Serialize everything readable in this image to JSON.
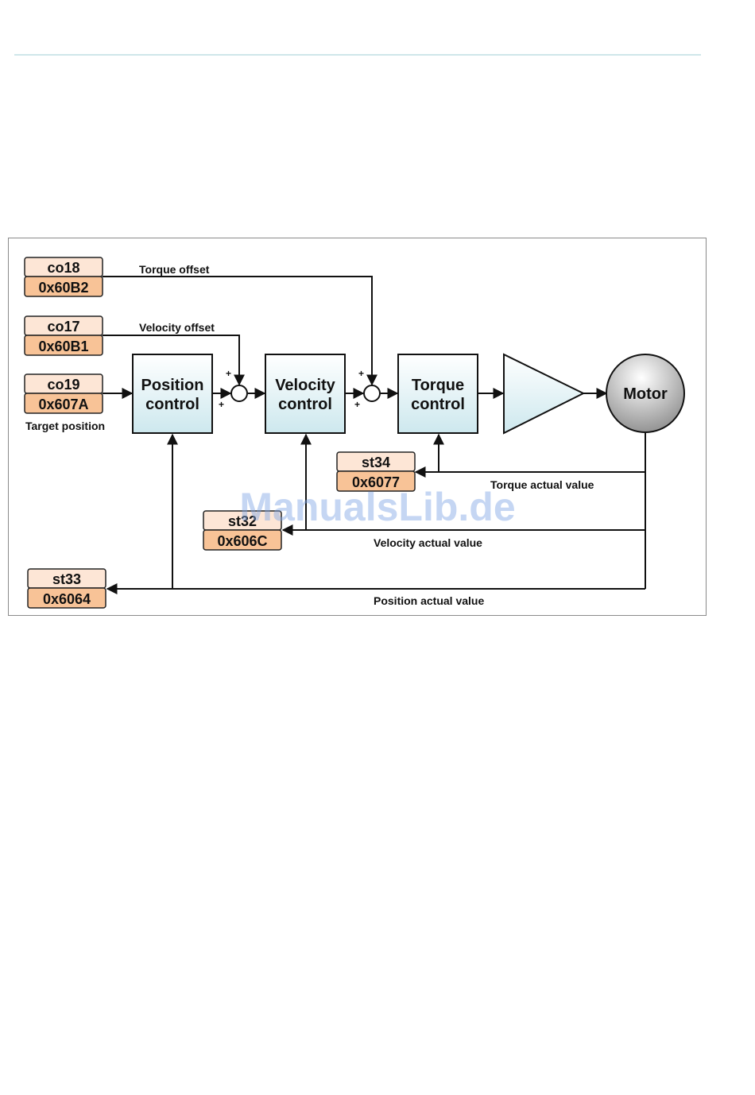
{
  "registers": {
    "torque_offset": {
      "code": "co18",
      "index": "0x60B2"
    },
    "velocity_offset": {
      "code": "co17",
      "index": "0x60B1"
    },
    "target_position": {
      "code": "co19",
      "index": "0x607A"
    },
    "torque_actual": {
      "code": "st34",
      "index": "0x6077"
    },
    "velocity_actual": {
      "code": "st32",
      "index": "0x606C"
    },
    "position_actual": {
      "code": "st33",
      "index": "0x6064"
    }
  },
  "labels": {
    "torque_offset": "Torque offset",
    "velocity_offset": "Velocity offset",
    "target_position": "Target position",
    "torque_actual": "Torque actual value",
    "velocity_actual": "Velocity actual value",
    "position_actual": "Position actual value"
  },
  "blocks": {
    "position": {
      "line1": "Position",
      "line2": "control"
    },
    "velocity": {
      "line1": "Velocity",
      "line2": "control"
    },
    "torque": {
      "line1": "Torque",
      "line2": "control"
    },
    "motor": "Motor"
  },
  "summing": {
    "plus": "+"
  },
  "watermark": "ManualsLib.de",
  "colors": {
    "register_top": "#fde6d6",
    "register_bottom": "#f8c397",
    "block_fill": "#dff0f3",
    "motor_light": "#ffffff",
    "motor_dark": "#8c8c8c"
  }
}
